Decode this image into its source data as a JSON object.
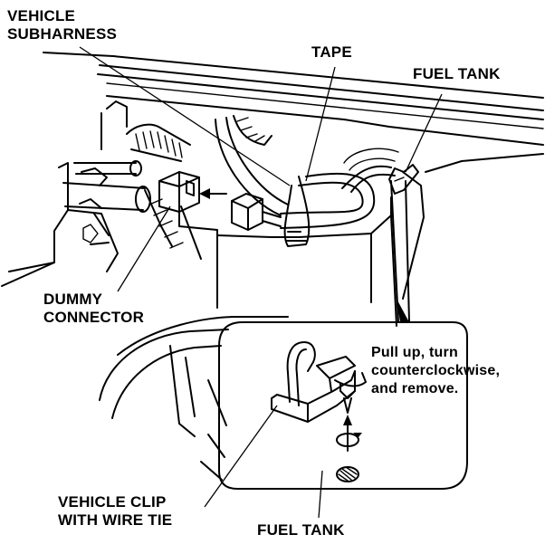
{
  "labels": {
    "vehicle_subharness": [
      "VEHICLE",
      "SUBHARNESS"
    ],
    "tape": "TAPE",
    "fuel_tank_top": "FUEL TANK",
    "dummy_connector": [
      "DUMMY",
      "CONNECTOR"
    ],
    "instruction": [
      "Pull up, turn",
      "counterclockwise,",
      "and remove."
    ],
    "vehicle_clip": [
      "VEHICLE CLIP",
      "WITH WIRE TIE"
    ],
    "fuel_tank_bottom": "FUEL TANK"
  },
  "icons": [
    "clip-icon",
    "rotate-arrow-icon",
    "mounting-hole-icon"
  ]
}
